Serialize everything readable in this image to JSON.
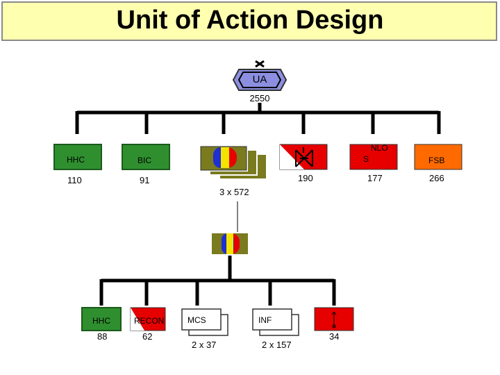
{
  "title": "Unit of Action Design",
  "top_unit": {
    "label": "UA",
    "echelon": "x",
    "strength": "2550"
  },
  "level1": {
    "hhc": {
      "label": "HHC",
      "strength": "110"
    },
    "bic": {
      "label": "BIC",
      "strength": "91"
    },
    "combined_arms": {
      "label": "3 x 572"
    },
    "artillery": {
      "strength": "190"
    },
    "nlos": {
      "label_top": "NLO",
      "label_bottom": "S",
      "strength": "177"
    },
    "fsb": {
      "label": "FSB",
      "strength": "266"
    }
  },
  "level2": {
    "hhc": {
      "label": "HHC",
      "strength": "88"
    },
    "recon": {
      "label": "RECON",
      "strength": "62"
    },
    "mcs": {
      "label": "MCS",
      "strength": "2 x 37"
    },
    "inf": {
      "label": "INF",
      "strength": "2 x 157"
    },
    "mortar": {
      "strength": "34"
    }
  },
  "colors": {
    "title_bg": "#ffffb0",
    "green": "#2f8f2f",
    "olive": "#7a7a1f",
    "red": "#e60000",
    "orange": "#ff6a00",
    "ua_fill": "#8c8fe0",
    "blue": "#1f2fd0",
    "yellow": "#f5e400"
  },
  "icons": [
    "echelon-x-icon",
    "artillery-icon",
    "mortar-icon"
  ]
}
